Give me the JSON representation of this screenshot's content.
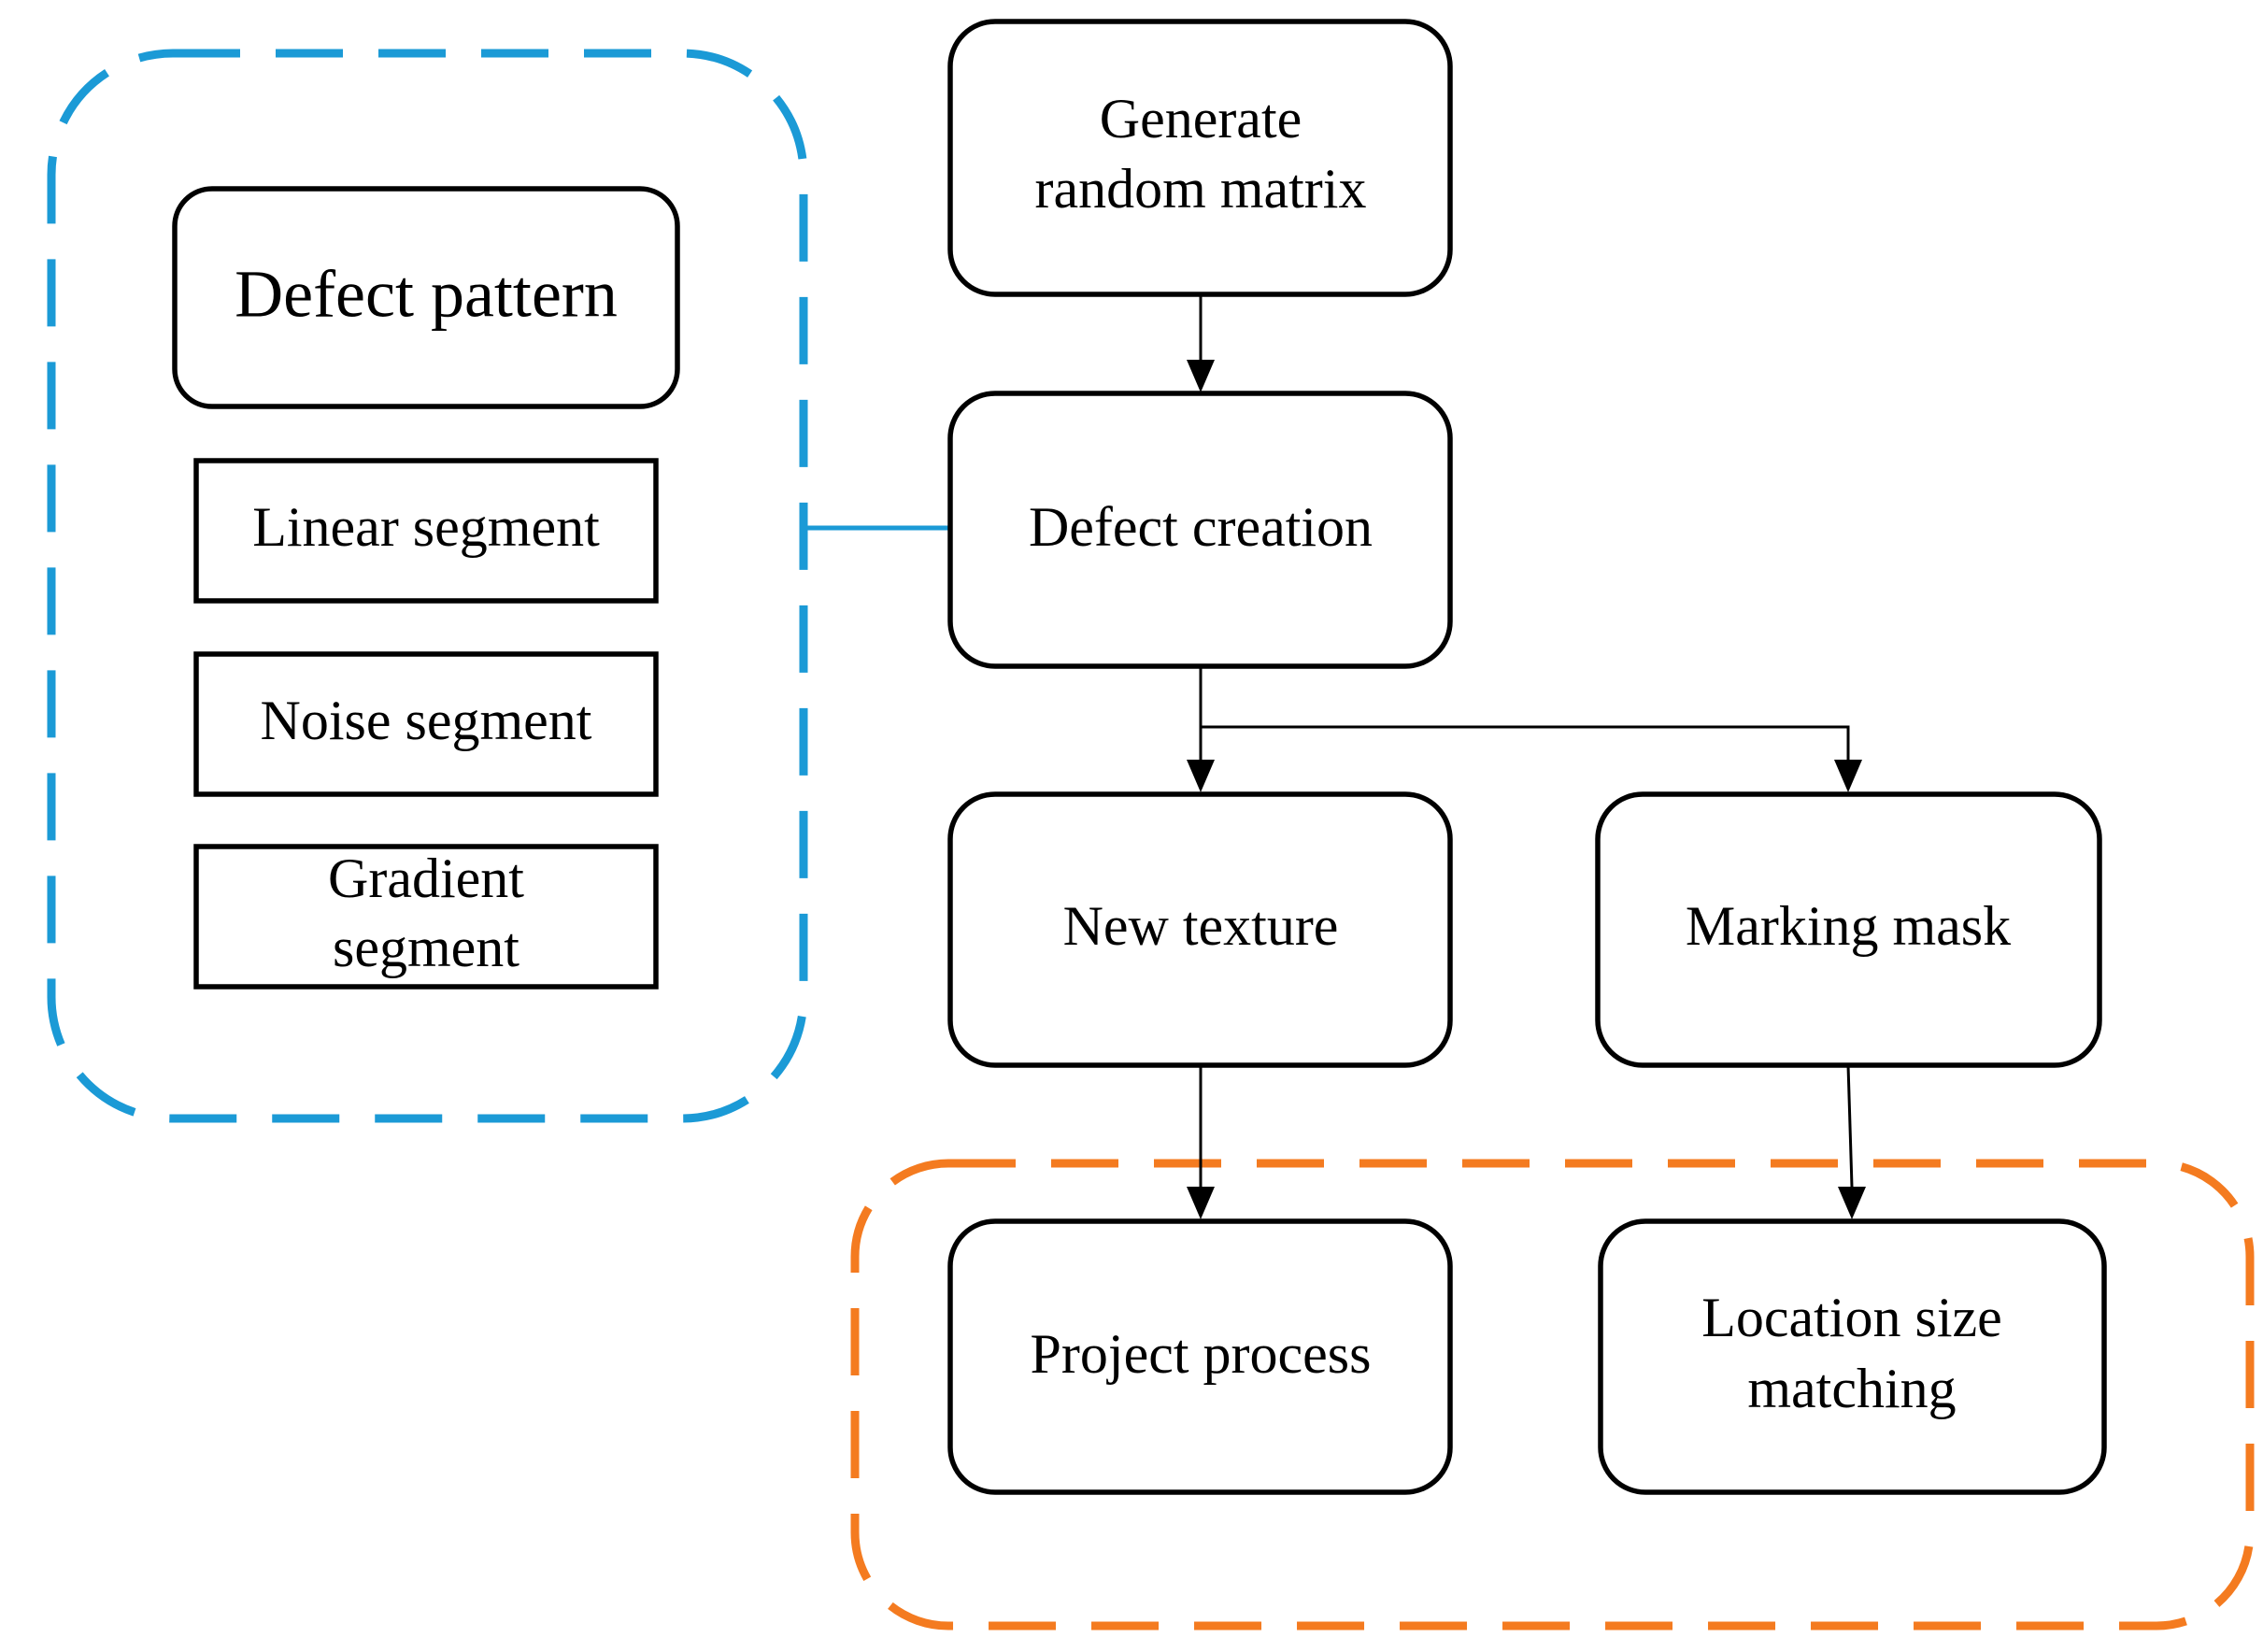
{
  "colors": {
    "group_left": "#1b9ad6",
    "group_right": "#f47b20",
    "box_stroke": "#000000",
    "text": "#000000"
  },
  "nodes": {
    "generate": {
      "line1": "Generate",
      "line2": "random matrix"
    },
    "defect_creation": "Defect creation",
    "new_texture": "New texture",
    "marking_mask": "Marking mask",
    "project_process": "Project process",
    "location": {
      "line1": "Location size",
      "line2": "matching"
    }
  },
  "left_group": {
    "title": "Defect pattern",
    "items": [
      "Linear segment",
      "Noise segment"
    ],
    "gradient": {
      "line1": "Gradient",
      "line2": "segment"
    }
  },
  "edges": [
    {
      "from": "Generate random matrix",
      "to": "Defect creation"
    },
    {
      "from": "Defect creation",
      "to": "New texture"
    },
    {
      "from": "Defect creation",
      "to": "Marking mask"
    },
    {
      "from": "New texture",
      "to": "Project process"
    },
    {
      "from": "Marking mask",
      "to": "Location size matching"
    },
    {
      "from": "Defect pattern group",
      "to": "Defect creation",
      "style": "connector"
    }
  ]
}
